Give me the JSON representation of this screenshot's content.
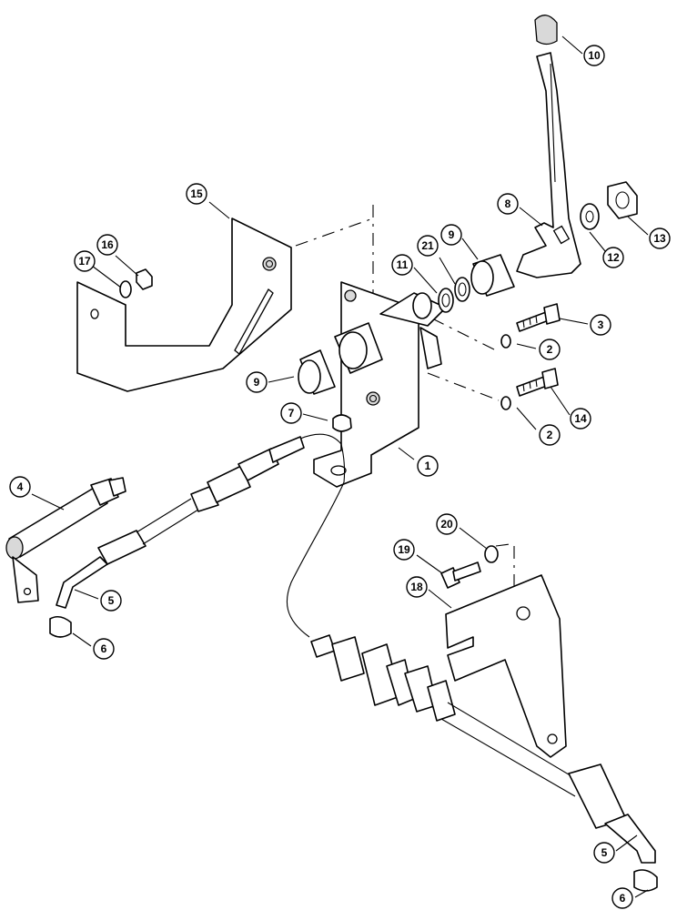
{
  "diagram": {
    "type": "exploded-parts-diagram",
    "callouts": [
      {
        "id": "c1",
        "label": "1"
      },
      {
        "id": "c2a",
        "label": "2"
      },
      {
        "id": "c2b",
        "label": "2"
      },
      {
        "id": "c3",
        "label": "3"
      },
      {
        "id": "c4",
        "label": "4"
      },
      {
        "id": "c5a",
        "label": "5"
      },
      {
        "id": "c5b",
        "label": "5"
      },
      {
        "id": "c6a",
        "label": "6"
      },
      {
        "id": "c6b",
        "label": "6"
      },
      {
        "id": "c7",
        "label": "7"
      },
      {
        "id": "c8",
        "label": "8"
      },
      {
        "id": "c9a",
        "label": "9"
      },
      {
        "id": "c9b",
        "label": "9"
      },
      {
        "id": "c10",
        "label": "10"
      },
      {
        "id": "c11",
        "label": "11"
      },
      {
        "id": "c12",
        "label": "12"
      },
      {
        "id": "c13",
        "label": "13"
      },
      {
        "id": "c14",
        "label": "14"
      },
      {
        "id": "c15",
        "label": "15"
      },
      {
        "id": "c16",
        "label": "16"
      },
      {
        "id": "c17",
        "label": "17"
      },
      {
        "id": "c18",
        "label": "18"
      },
      {
        "id": "c19",
        "label": "19"
      },
      {
        "id": "c20",
        "label": "20"
      },
      {
        "id": "c21",
        "label": "21"
      }
    ]
  }
}
